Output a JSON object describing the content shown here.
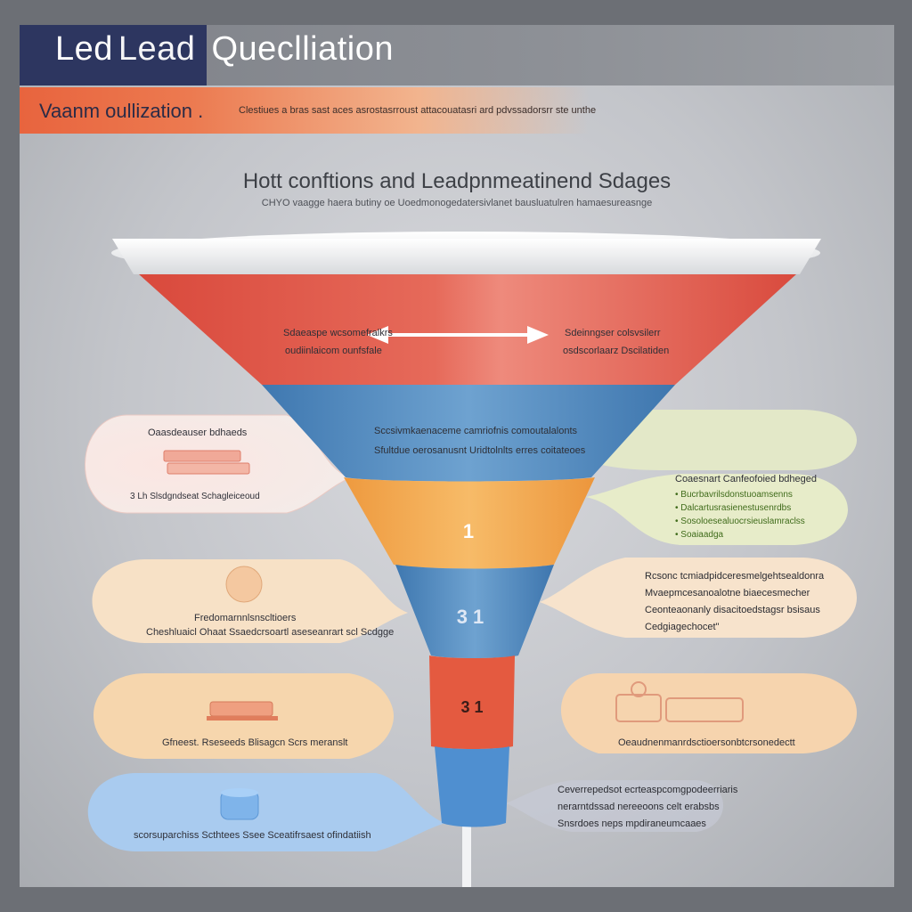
{
  "header": {
    "title_word1": "Led",
    "title_word2": "Lead",
    "title_word3": "Queclliation",
    "subtitle_label": "Vaanm oullization .",
    "subtitle_note": "Clestiues a bras sast aces asrostasrroust attacouatasri ard pdvssadorsrr ste unthe"
  },
  "diagram": {
    "heading": "Hott conftions and Leadpnmeatinend Sdages",
    "subheading": "CHYO vaagge haera butiny oe Uoedmonogedatersivlanet bausluatulren hamaesureasnge",
    "stages": {
      "top_left_line1": "Sdaeaspe wcsomefralkrs",
      "top_left_line2": "oudiinlaicom ounfsfale",
      "top_right_line1": "Sdeinngser colsvsilerr",
      "top_right_line2": "osdscorlaarz Dscilatiden",
      "blue_line1": "Sccsivmkaenaceme camriofnis comoutalalonts",
      "blue_line2": "Sfultdue oerosanusnt Uridtolnlts erres coitateoes",
      "orange_number": "1",
      "blue_number": "3 1",
      "red_number": "3 1"
    },
    "bubbles": {
      "left1_title": "Oaasdeauser bdhaeds",
      "left1_note": "3 Lh Slsdgndseat Schagleiceoud",
      "left2_title": "Fredomarnnlsnscltioers",
      "left2_note": "Cheshluaicl Ohaat Ssaedcrsoartl aseseanrart scl Scdgge",
      "left3_note": "Gfneest. Rseseeds Blisagcn Scrs meranslt",
      "left4_note": "scorsuparchiss Scthtees Ssee Sceatifrsaest ofindatiish",
      "right1_title": "Coaesnart Canfeofoied bdheged",
      "right1_items": [
        "Bucrbavrilsdonstuoamsenns",
        "Dalcartusrasienestusenrdbs",
        "Sosoloesealuocrsieuslamraclss",
        "Soaiaadga"
      ],
      "right2_lines": [
        "Rcsonc tcmiadpidceresmelgehtsealdonra",
        "Mvaepmcesanoalotne biaecesmecher",
        "Ceonteaonanly disacitoedstagsr bsisaus",
        "Cedgiagechocet\""
      ],
      "right3_note": "Oeaudnenmanrdsctioersonbtcrsonedectt",
      "right4_lines": [
        "Ceverrepedsot ecrteaspcomgpodeerriaris",
        "nerarntdssad nereeoons celt erabsbs",
        "Snsrdoes neps mpdiraneumcaaes"
      ]
    }
  },
  "colors": {
    "navy": "#2d3660",
    "orange_bar": "#e8643e",
    "funnel_red": "#e45a45",
    "funnel_blue": "#4a86c0",
    "funnel_orange": "#f0a24a"
  }
}
